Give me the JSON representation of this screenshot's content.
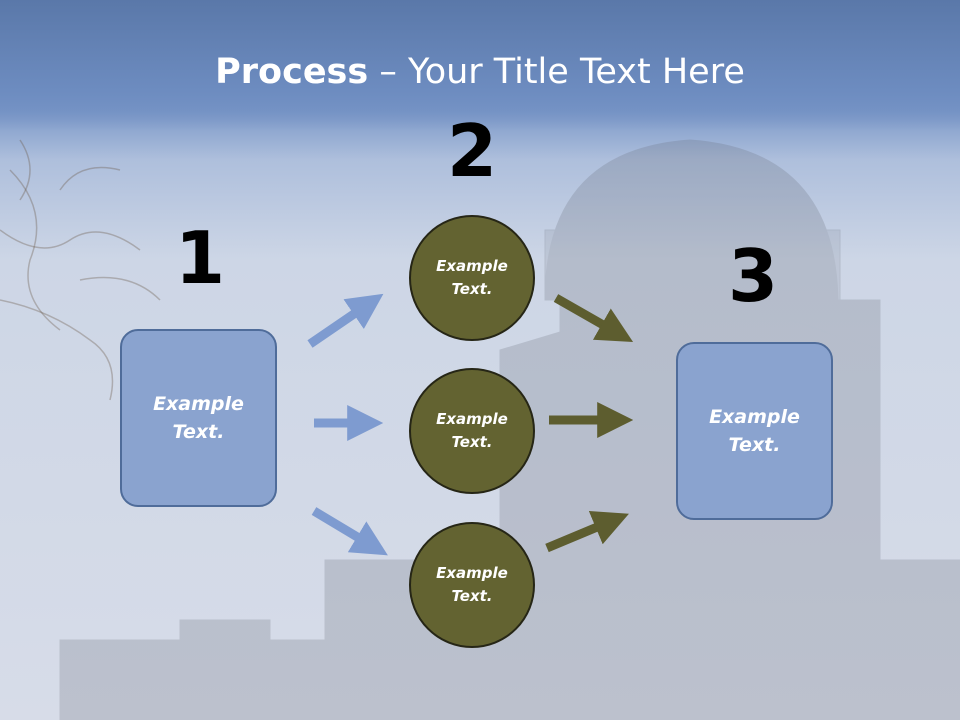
{
  "title": {
    "bold": "Process",
    "rest": " – Your Title Text Here"
  },
  "steps": [
    {
      "number": "1",
      "text": "Example Text."
    },
    {
      "number": "2",
      "items": [
        "Example Text.",
        "Example Text.",
        "Example Text."
      ]
    },
    {
      "number": "3",
      "text": "Example Text."
    }
  ],
  "colors": {
    "box_fill": "#8aa3cf",
    "circle_fill": "#636331",
    "blue_arrow": "#7e9bd0",
    "olive_arrow": "#5d5d2f"
  }
}
